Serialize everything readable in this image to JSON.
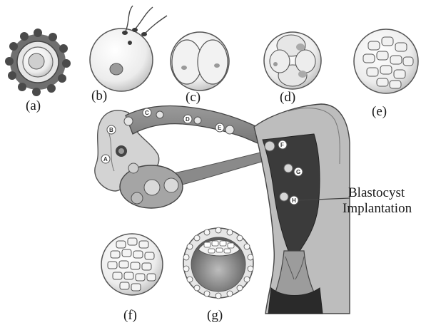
{
  "captions": {
    "a": "(a)",
    "b": "(b)",
    "c": "(c)",
    "d": "(d)",
    "e": "(e)",
    "f": "(f)",
    "g": "(g)"
  },
  "markers": {
    "A": "A",
    "B": "B",
    "C": "C",
    "D": "D",
    "E": "E",
    "F": "F",
    "G": "G",
    "H": "H"
  },
  "annotation": {
    "line1": "Blastocyst",
    "line2": "Implantation"
  }
}
